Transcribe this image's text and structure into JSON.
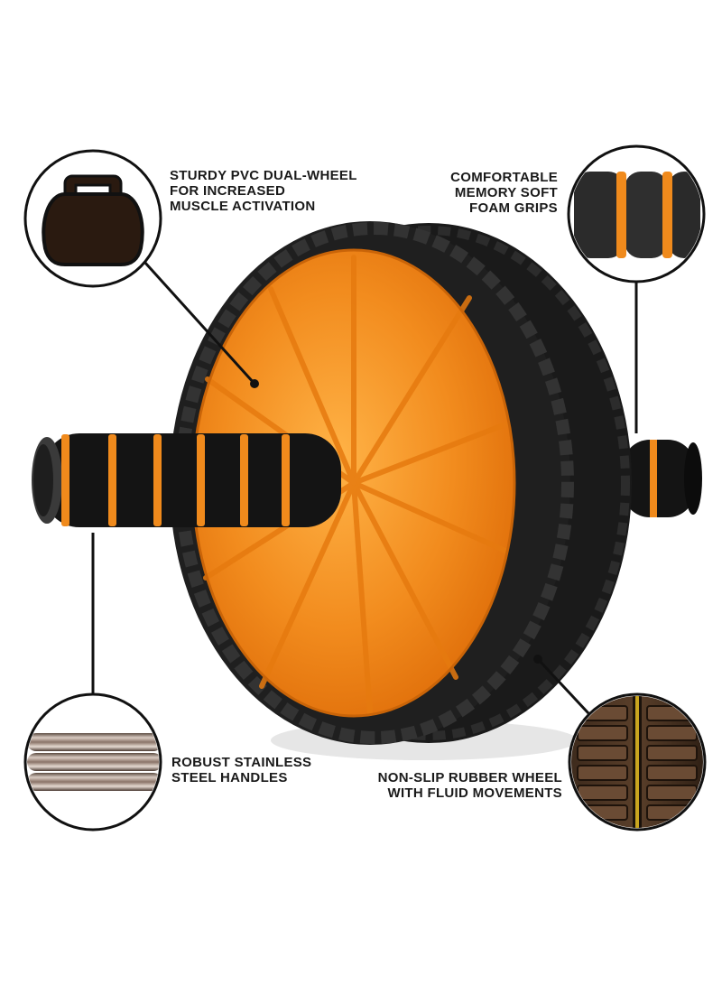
{
  "callouts": {
    "wheel": {
      "lines": [
        "STURDY PVC DUAL-WHEEL",
        "FOR INCREASED",
        "MUSCLE ACTIVATION"
      ],
      "icon": "kettlebell-icon"
    },
    "grips": {
      "lines": [
        "COMFORTABLE",
        "MEMORY SOFT",
        "FOAM GRIPS"
      ],
      "icon": "foam-grip-icon"
    },
    "handles": {
      "lines": [
        "ROBUST STAINLESS",
        "STEEL HANDLES"
      ],
      "icon": "steel-bars-icon"
    },
    "rubber": {
      "lines": [
        "NON-SLIP RUBBER WHEEL",
        "WITH FLUID MOVEMENTS"
      ],
      "icon": "rubber-tread-icon"
    }
  },
  "colors": {
    "accent_orange": "#f08a1c",
    "tire_black": "#1f1f1f",
    "foam_black": "#141414",
    "background": "#ffffff"
  }
}
